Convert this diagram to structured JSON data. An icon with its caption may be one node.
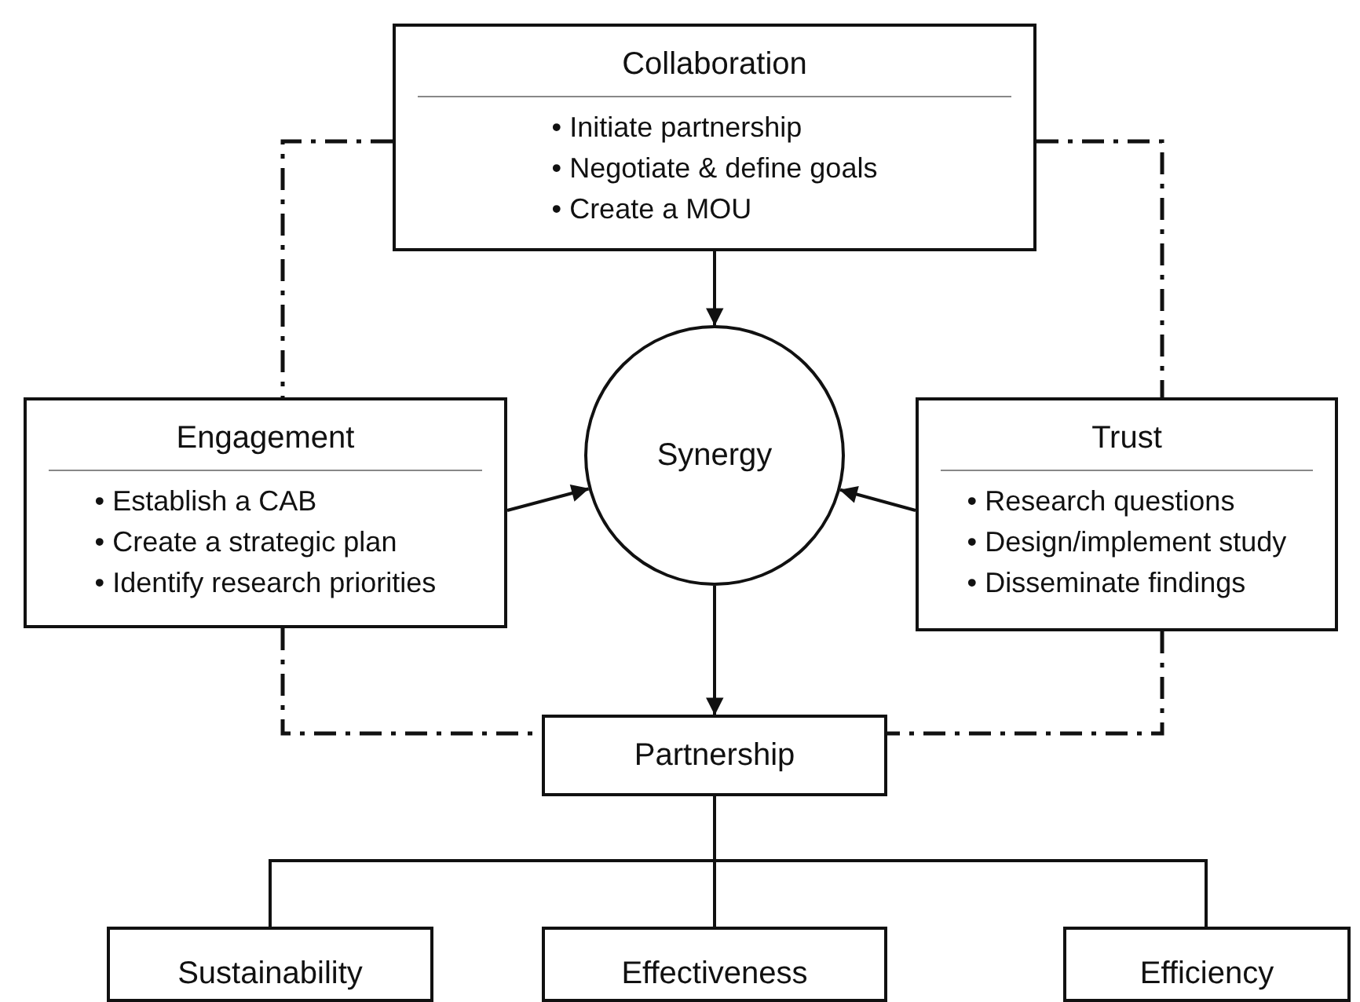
{
  "diagram": {
    "nodes": [
      {
        "text": [
          "Collaboration",
          "• Initiate partnership",
          "• Negotiate & define goals",
          "• Create a MOU"
        ]
      },
      {
        "text": [
          "Engagement",
          "• Establish a CAB",
          "• Create a strategic plan",
          "• Identify research priorities"
        ]
      },
      {
        "text": [
          "Synergy"
        ]
      },
      {
        "text": [
          "Trust",
          "• Research questions",
          "• Design/implement study",
          "• Disseminate findings"
        ]
      },
      {
        "text": [
          "Partnership"
        ]
      },
      {
        "text": [
          "Sustainability"
        ]
      },
      {
        "text": [
          "Effectiveness"
        ]
      },
      {
        "text": [
          "Efficiency"
        ]
      }
    ],
    "edges": [
      {
        "from": 0,
        "to": 2,
        "arrow": "to"
      },
      {
        "from": 1,
        "to": 2,
        "arrow": "to"
      },
      {
        "from": 3,
        "to": 2,
        "arrow": "to"
      },
      {
        "from": 2,
        "to": 4,
        "arrow": "to"
      },
      {
        "from": 0,
        "to": 1,
        "arrow": "none",
        "style": "dashed"
      },
      {
        "from": 0,
        "to": 3,
        "arrow": "none",
        "style": "dashed"
      },
      {
        "from": 1,
        "to": 4,
        "arrow": "none",
        "style": "dashed"
      },
      {
        "from": 3,
        "to": 4,
        "arrow": "none",
        "style": "dashed"
      },
      {
        "from": 4,
        "to": 5,
        "arrow": "none"
      },
      {
        "from": 4,
        "to": 6,
        "arrow": "none"
      },
      {
        "from": 4,
        "to": 7,
        "arrow": "none"
      }
    ]
  }
}
